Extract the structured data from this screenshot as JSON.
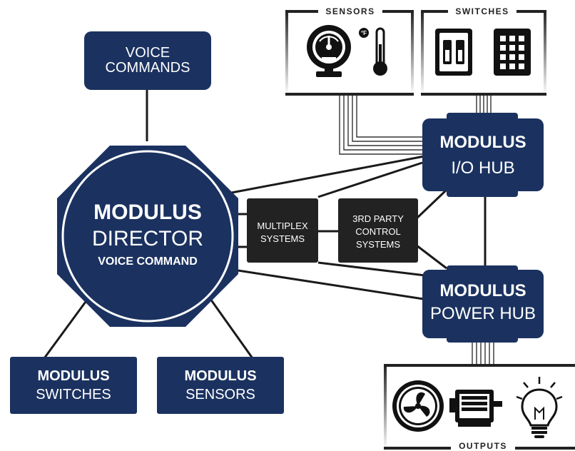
{
  "diagram": {
    "voice_commands": {
      "line1": "VOICE",
      "line2": "COMMANDS"
    },
    "director": {
      "line1": "MODULUS",
      "line2": "DIRECTOR",
      "line3": "VOICE COMMAND"
    },
    "io_hub": {
      "line1": "MODULUS",
      "line2": "I/O HUB"
    },
    "power_hub": {
      "line1": "MODULUS",
      "line2": "POWER HUB"
    },
    "multiplex": {
      "line1": "MULTIPLEX",
      "line2": "SYSTEMS"
    },
    "third_party": {
      "line1": "3RD PARTY",
      "line2": "CONTROL",
      "line3": "SYSTEMS"
    },
    "switches_box": {
      "line1": "MODULUS",
      "line2": "SWITCHES"
    },
    "sensors_box": {
      "line1": "MODULUS",
      "line2": "SENSORS"
    },
    "sensors_frame": {
      "title": "SENSORS",
      "icons": [
        "gauge-icon",
        "thermometer-icon"
      ]
    },
    "switches_frame": {
      "title": "SWITCHES",
      "icons": [
        "rocker-switch-icon",
        "keypad-icon"
      ]
    },
    "outputs_frame": {
      "title": "OUTPUTS",
      "icons": [
        "fan-icon",
        "motor-icon",
        "lightbulb-icon"
      ]
    },
    "colors": {
      "navy": "#1b3260",
      "panel_dark": "#222222",
      "line": "#1a1a1a"
    }
  }
}
